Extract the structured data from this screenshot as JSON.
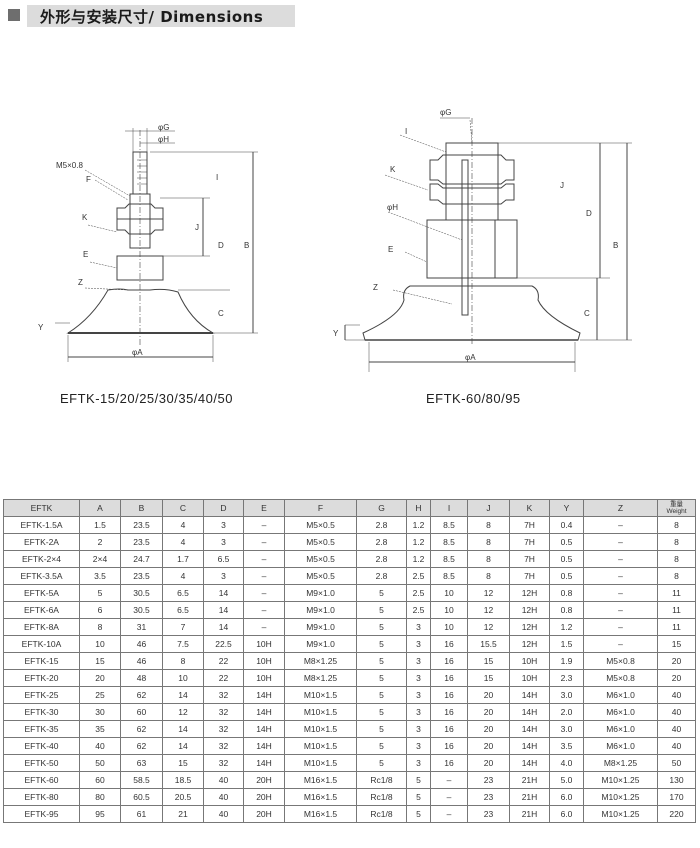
{
  "header": {
    "title": "外形与安装尺寸/ Dimensions"
  },
  "drawings": {
    "left": {
      "caption": "EFTK-15/20/25/30/35/40/50",
      "labels": {
        "G": "φG",
        "H": "φH",
        "thread": "M5×0.8",
        "F": "F",
        "K": "K",
        "E": "E",
        "Z": "Z",
        "I": "I",
        "J": "J",
        "D": "D",
        "B": "B",
        "C": "C",
        "Y": "Y",
        "A": "φA"
      }
    },
    "right": {
      "caption": "EFTK-60/80/95",
      "labels": {
        "G": "φG",
        "I": "I",
        "K": "K",
        "H": "φH",
        "E": "E",
        "Z": "Z",
        "J": "J",
        "D": "D",
        "B": "B",
        "C": "C",
        "Y": "Y",
        "A": "φA"
      }
    }
  },
  "table": {
    "headers": [
      "EFTK",
      "A",
      "B",
      "C",
      "D",
      "E",
      "F",
      "G",
      "H",
      "I",
      "J",
      "K",
      "Y",
      "Z"
    ],
    "weight_header_cn": "重量",
    "weight_header_en": "Weight",
    "rows": [
      [
        "EFTK-1.5A",
        "1.5",
        "23.5",
        "4",
        "3",
        "–",
        "M5×0.5",
        "2.8",
        "1.2",
        "8.5",
        "8",
        "7H",
        "0.4",
        "–",
        "8"
      ],
      [
        "EFTK-2A",
        "2",
        "23.5",
        "4",
        "3",
        "–",
        "M5×0.5",
        "2.8",
        "1.2",
        "8.5",
        "8",
        "7H",
        "0.5",
        "–",
        "8"
      ],
      [
        "EFTK-2×4",
        "2×4",
        "24.7",
        "1.7",
        "6.5",
        "–",
        "M5×0.5",
        "2.8",
        "1.2",
        "8.5",
        "8",
        "7H",
        "0.5",
        "–",
        "8"
      ],
      [
        "EFTK-3.5A",
        "3.5",
        "23.5",
        "4",
        "3",
        "–",
        "M5×0.5",
        "2.8",
        "2.5",
        "8.5",
        "8",
        "7H",
        "0.5",
        "–",
        "8"
      ],
      [
        "EFTK-5A",
        "5",
        "30.5",
        "6.5",
        "14",
        "–",
        "M9×1.0",
        "5",
        "2.5",
        "10",
        "12",
        "12H",
        "0.8",
        "–",
        "11"
      ],
      [
        "EFTK-6A",
        "6",
        "30.5",
        "6.5",
        "14",
        "–",
        "M9×1.0",
        "5",
        "2.5",
        "10",
        "12",
        "12H",
        "0.8",
        "–",
        "11"
      ],
      [
        "EFTK-8A",
        "8",
        "31",
        "7",
        "14",
        "–",
        "M9×1.0",
        "5",
        "3",
        "10",
        "12",
        "12H",
        "1.2",
        "–",
        "11"
      ],
      [
        "EFTK-10A",
        "10",
        "46",
        "7.5",
        "22.5",
        "10H",
        "M9×1.0",
        "5",
        "3",
        "16",
        "15.5",
        "12H",
        "1.5",
        "–",
        "15"
      ],
      [
        "EFTK-15",
        "15",
        "46",
        "8",
        "22",
        "10H",
        "M8×1.25",
        "5",
        "3",
        "16",
        "15",
        "10H",
        "1.9",
        "M5×0.8",
        "20"
      ],
      [
        "EFTK-20",
        "20",
        "48",
        "10",
        "22",
        "10H",
        "M8×1.25",
        "5",
        "3",
        "16",
        "15",
        "10H",
        "2.3",
        "M5×0.8",
        "20"
      ],
      [
        "EFTK-25",
        "25",
        "62",
        "14",
        "32",
        "14H",
        "M10×1.5",
        "5",
        "3",
        "16",
        "20",
        "14H",
        "3.0",
        "M6×1.0",
        "40"
      ],
      [
        "EFTK-30",
        "30",
        "60",
        "12",
        "32",
        "14H",
        "M10×1.5",
        "5",
        "3",
        "16",
        "20",
        "14H",
        "2.0",
        "M6×1.0",
        "40"
      ],
      [
        "EFTK-35",
        "35",
        "62",
        "14",
        "32",
        "14H",
        "M10×1.5",
        "5",
        "3",
        "16",
        "20",
        "14H",
        "3.0",
        "M6×1.0",
        "40"
      ],
      [
        "EFTK-40",
        "40",
        "62",
        "14",
        "32",
        "14H",
        "M10×1.5",
        "5",
        "3",
        "16",
        "20",
        "14H",
        "3.5",
        "M6×1.0",
        "40"
      ],
      [
        "EFTK-50",
        "50",
        "63",
        "15",
        "32",
        "14H",
        "M10×1.5",
        "5",
        "3",
        "16",
        "20",
        "14H",
        "4.0",
        "M8×1.25",
        "50"
      ],
      [
        "EFTK-60",
        "60",
        "58.5",
        "18.5",
        "40",
        "20H",
        "M16×1.5",
        "Rc1/8",
        "5",
        "–",
        "23",
        "21H",
        "5.0",
        "M10×1.25",
        "130"
      ],
      [
        "EFTK-80",
        "80",
        "60.5",
        "20.5",
        "40",
        "20H",
        "M16×1.5",
        "Rc1/8",
        "5",
        "–",
        "23",
        "21H",
        "6.0",
        "M10×1.25",
        "170"
      ],
      [
        "EFTK-95",
        "95",
        "61",
        "21",
        "40",
        "20H",
        "M16×1.5",
        "Rc1/8",
        "5",
        "–",
        "23",
        "21H",
        "6.0",
        "M10×1.25",
        "220"
      ]
    ]
  }
}
